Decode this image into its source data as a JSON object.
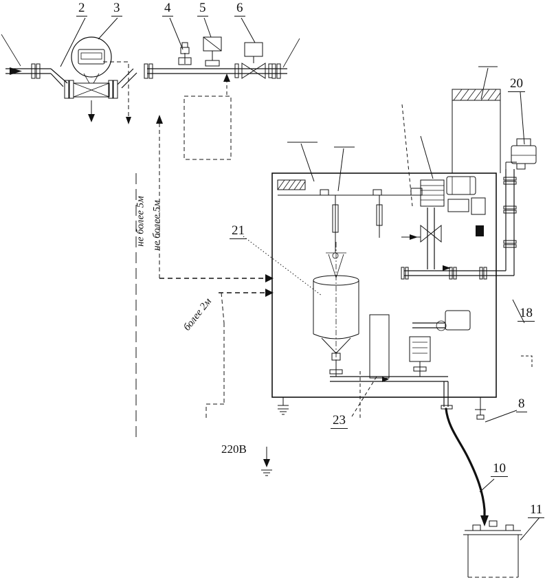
{
  "callouts": [
    {
      "text": "2"
    },
    {
      "text": "3"
    },
    {
      "text": "4"
    },
    {
      "text": "5"
    },
    {
      "text": "6"
    },
    {
      "text": "20"
    },
    {
      "text": "21"
    },
    {
      "text": "18"
    },
    {
      "text": "8"
    },
    {
      "text": "23"
    },
    {
      "text": "10"
    },
    {
      "text": "11"
    }
  ],
  "annotations": {
    "limit_a": "не более 5м",
    "limit_b": "не более 5м",
    "limit_c": "более 2м",
    "power": "220В"
  },
  "colors": {
    "ink": "#111111",
    "background": "#ffffff"
  }
}
